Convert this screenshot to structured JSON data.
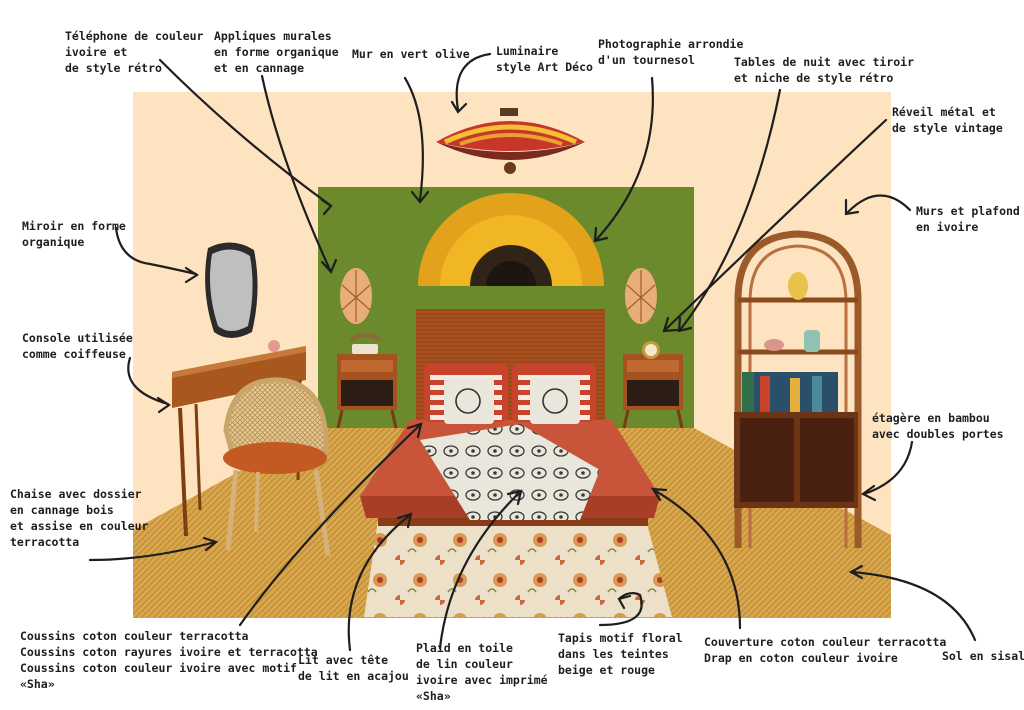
{
  "labels": {
    "telephone": "Téléphone de couleur\nivoire et\nde style rétro",
    "appliques": "Appliques murales\nen forme organique\net en cannage",
    "mur_olive": "Mur en vert olive",
    "luminaire": "Luminaire\nstyle Art Déco",
    "photo": "Photographie arrondie\nd'un tournesol",
    "tables_nuit": "Tables de nuit avec tiroir\net niche de style rétro",
    "reveil": "Réveil métal et\nde style vintage",
    "murs_plafond": "Murs et plafond\nen ivoire",
    "miroir": "Miroir en forme\norganique",
    "console": "Console utilisée\ncomme coiffeuse",
    "etagere": "étagère en bambou\navec doubles portes",
    "chaise": "Chaise avec dossier\nen cannage bois\net assise en couleur\nterracotta",
    "coussins": "Coussins coton couleur terracotta\nCoussins coton rayures ivoire et terracotta\nCoussins coton couleur ivoire avec motif\n«Sha»",
    "lit": "Lit avec tête\nde lit en acajou",
    "plaid": "Plaid en toile\nde lin couleur\nivoire avec imprimé\n«Sha»",
    "tapis": "Tapis motif floral\ndans les teintes\nbeige et rouge",
    "couverture": "Couverture coton couleur terracotta\nDrap en coton couleur ivoire",
    "sol": "Sol en sisal"
  },
  "colors": {
    "ivory_wall": "#fde3bf",
    "olive": "#6a8a2c",
    "sisal": "#d9a94e",
    "mahogany": "#9c4a1e",
    "terracotta": "#c8553a",
    "ink": "#1e1e1e"
  }
}
